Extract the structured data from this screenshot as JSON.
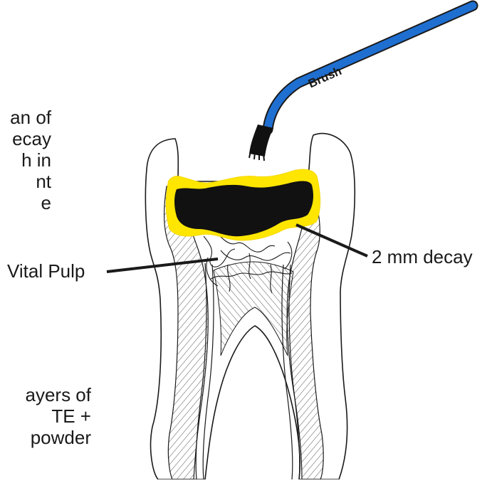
{
  "labels": {
    "brush": "Brush",
    "vital_pulp": "Vital Pulp",
    "decay": "2 mm decay"
  },
  "left_text_top": [
    "an of",
    "ecay",
    "h in",
    "nt",
    "e"
  ],
  "left_text_bottom": [
    "ayers of",
    "TE +",
    "powder"
  ],
  "colors": {
    "brush_handle": "#1f6fd1",
    "decay_fill": "#111111",
    "cavity_outline": "#ffe600",
    "line": "#1a1a1a"
  }
}
